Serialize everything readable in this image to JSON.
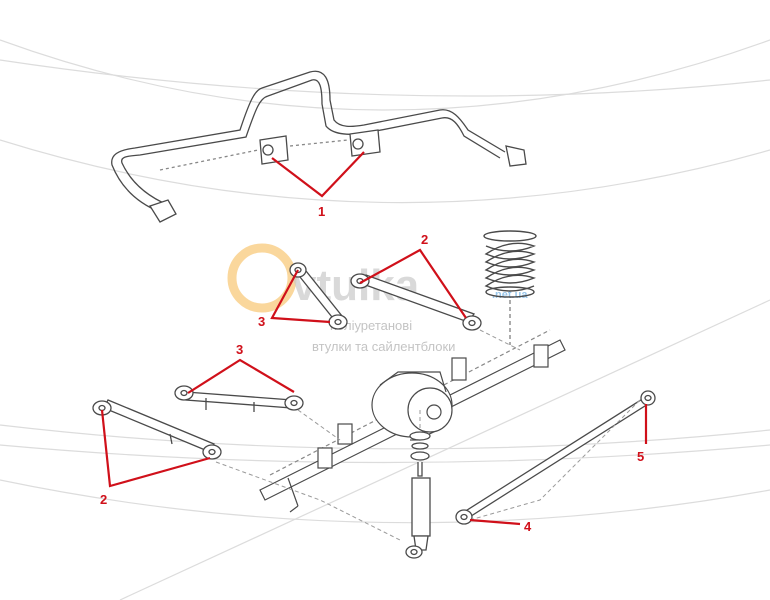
{
  "watermark": {
    "brand": "vtulka",
    "domain": ".net.ua",
    "tagline_1": "поліуретанові",
    "tagline_2": "втулки та сайлентблоки"
  },
  "callouts": [
    {
      "id": "c1",
      "label": "1"
    },
    {
      "id": "c2a",
      "label": "2"
    },
    {
      "id": "c2b",
      "label": "2"
    },
    {
      "id": "c3a",
      "label": "3"
    },
    {
      "id": "c3b",
      "label": "3"
    },
    {
      "id": "c4",
      "label": "4"
    },
    {
      "id": "c5",
      "label": "5"
    }
  ],
  "colors": {
    "callout": "#d0101a",
    "line_art": "#4a4a4a",
    "background_arcs": "#dcdcdc",
    "watermark_orange": "#f5b74a",
    "watermark_gray": "#c9c9c9",
    "watermark_blue": "#7fb8e6"
  }
}
